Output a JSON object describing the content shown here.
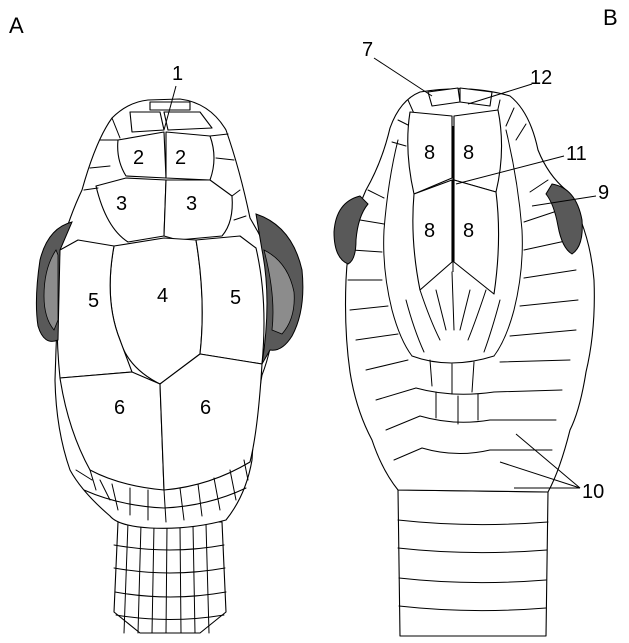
{
  "panels": {
    "a": {
      "label": "A"
    },
    "b": {
      "label": "B"
    }
  },
  "dorsal_labels": {
    "l1": "1",
    "l2a": "2",
    "l2b": "2",
    "l3a": "3",
    "l3b": "3",
    "l4": "4",
    "l5a": "5",
    "l5b": "5",
    "l6a": "6",
    "l6b": "6"
  },
  "ventral_labels": {
    "l7": "7",
    "l8a": "8",
    "l8b": "8",
    "l8c": "8",
    "l8d": "8",
    "l9": "9",
    "l10": "10",
    "l11": "11",
    "l12": "12"
  },
  "colors": {
    "eye_outer": "#595959",
    "eye_inner": "#8c8c8c",
    "outline": "#000000",
    "scale_fill": "#ffffff"
  }
}
